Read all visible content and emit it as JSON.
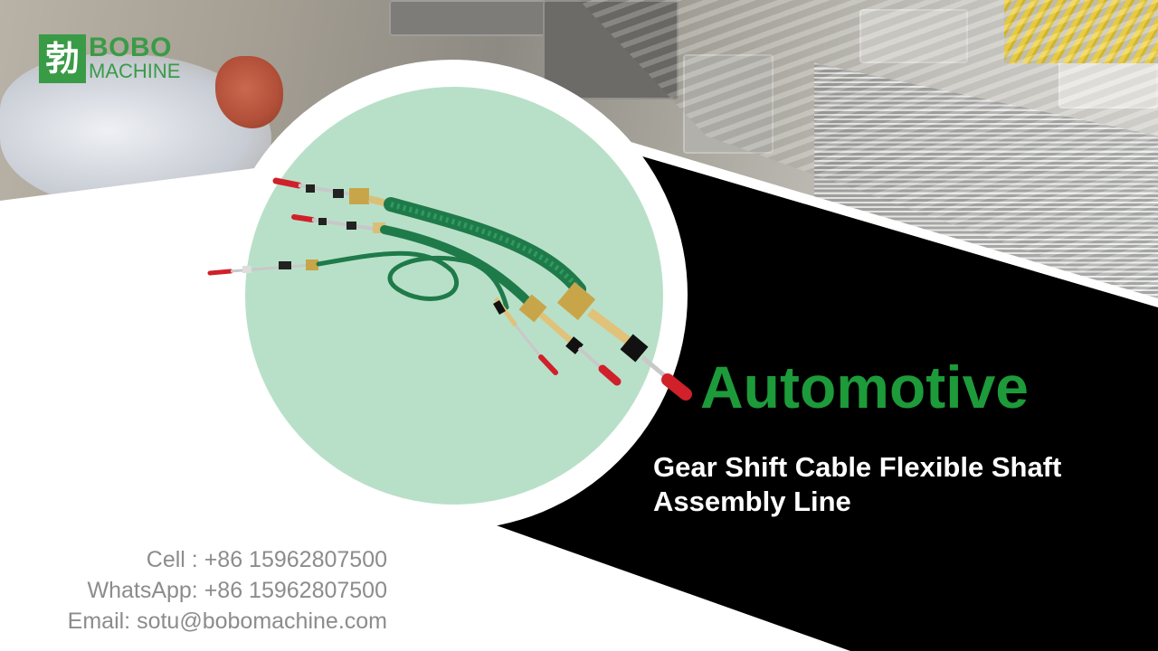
{
  "brand": {
    "logo_mark": "勃",
    "logo_line1": "BOBO",
    "logo_line2": "MACHINE",
    "color_green": "#3a9b47"
  },
  "headline": {
    "title": "Automotive",
    "title_color": "#1d9a3a",
    "subtitle_line1": "Gear Shift Cable Flexible Shaft",
    "subtitle_line2": "Assembly Line"
  },
  "contact": {
    "cell": "Cell : +86 15962807500",
    "whatsapp": "WhatsApp: +86 15962807500",
    "email": "Email: sotu@bobomachine.com"
  },
  "colors": {
    "circle_fill": "#b8e0c8",
    "band": "#000000",
    "cable_green": "#1f7a4a",
    "tip_red": "#d0202a"
  },
  "icons": {
    "product": "gear-shift-cables-image",
    "background": "factory-machine-photo"
  }
}
